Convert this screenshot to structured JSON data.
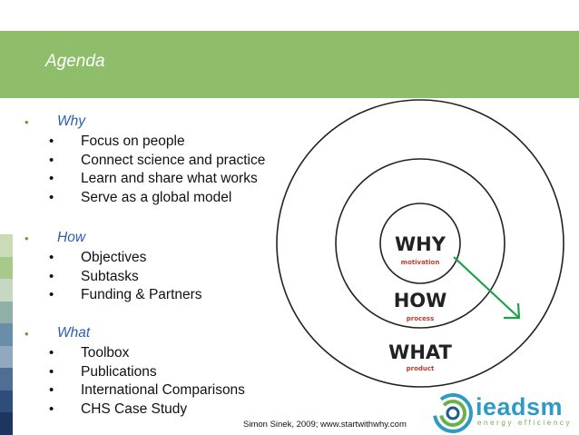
{
  "slide": {
    "title": "Agenda",
    "citation": "Simon Sinek, 2009; www.startwithwhy.com"
  },
  "sections": [
    {
      "title": "Why",
      "items": [
        "Focus on people",
        "Connect science and practice",
        "Learn and share what works",
        "Serve as a global model"
      ]
    },
    {
      "title": "How",
      "items": [
        "Objectives",
        "Subtasks",
        "Funding & Partners"
      ]
    },
    {
      "title": "What",
      "items": [
        "Toolbox",
        "Publications",
        "International Comparisons",
        "CHS Case Study"
      ]
    }
  ],
  "golden_circle": {
    "why": "WHY",
    "why_sub": "motivation",
    "how": "HOW",
    "how_sub": "process",
    "what": "WHAT",
    "what_sub": "product"
  },
  "logo": {
    "name": "ieadsm",
    "tagline": "energy efficiency"
  },
  "bullets": {
    "level1": "•",
    "level2": "•"
  },
  "colors": {
    "title_bar": "#8fbe6a",
    "section_title": "#2a5faa",
    "arrow": "#1fa04a",
    "logo_blue": "#2e9bc4",
    "logo_green": "#6ab04c",
    "side_strip": [
      "#c9dcb6",
      "#a8c98c",
      "#c6d8c3",
      "#8fb0a8",
      "#6b8ea8",
      "#91a9be",
      "#4e6f93",
      "#2c4e79",
      "#1c3660"
    ]
  }
}
